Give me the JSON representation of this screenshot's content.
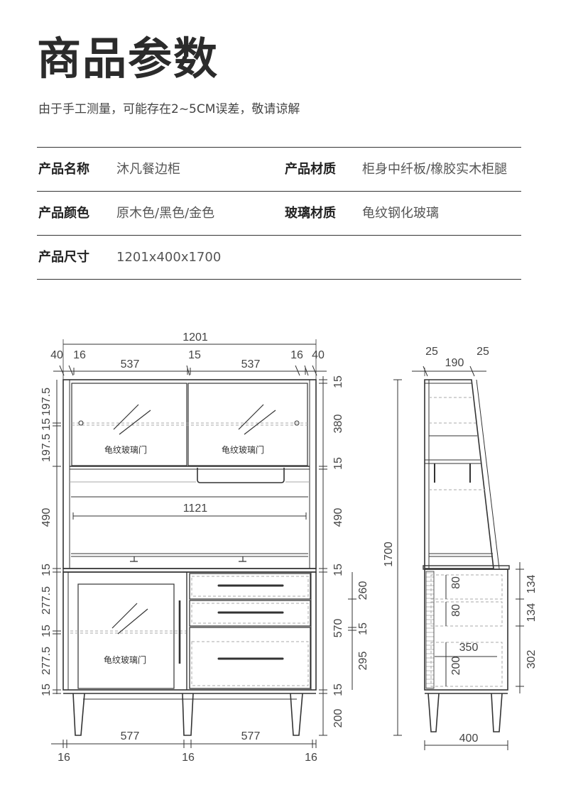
{
  "header": {
    "title": "商品参数",
    "subtitle": "由于手工测量，可能存在2~5CM误差，敬请谅解"
  },
  "specs": {
    "name_label": "产品名称",
    "name_value": "沐凡餐边柜",
    "material_label": "产品材质",
    "material_value": "柜身中纤板/橡胶实木柜腿",
    "color_label": "产品颜色",
    "color_value": "原木色/黑色/金色",
    "glass_label": "玻璃材质",
    "glass_value": "龟纹钢化玻璃",
    "size_label": "产品尺寸",
    "size_value": "1201x400x1700"
  },
  "diagram": {
    "glass_door_label": "龟纹玻璃门",
    "front": {
      "overall_width": "1201",
      "side_40": "40",
      "side_16": "16",
      "upper_door": "537",
      "middle_15": "15",
      "inner_width": "1121",
      "lower_width": "577",
      "left_heights": [
        "197.5",
        "15",
        "197.5",
        "490",
        "15",
        "277.5",
        "15",
        "277.5",
        "15"
      ],
      "right_heights": [
        "15",
        "380",
        "15",
        "490",
        "15",
        "570",
        "15",
        "200"
      ],
      "drawer_heights": [
        "260",
        "15",
        "295"
      ]
    },
    "side": {
      "depth_top": "190",
      "edge_25": "25",
      "total_height": "1700",
      "depth_bottom": "400",
      "inner_heights": [
        "80",
        "80",
        "200"
      ],
      "inner_width": "350",
      "right_heights": [
        "134",
        "134",
        "302"
      ]
    }
  }
}
